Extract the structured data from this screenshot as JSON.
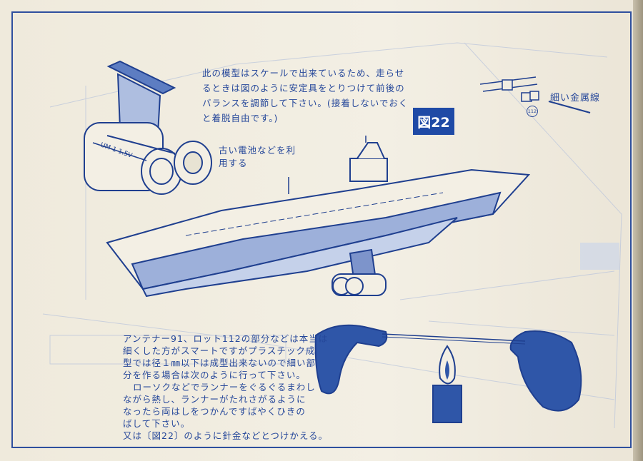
{
  "figure_badge": "図22",
  "top_note": "此の模型はスケールで出来ているため、走らせるときは図のように安定具をとりつけて前後のバランスを調節して下さい。(接着しないでおくと着脱自由です。)",
  "battery_note": "古い電池などを利用する",
  "battery_label": "UM-1 1.5V",
  "wire_note": "細い金属線",
  "part_number": "112",
  "instructions": [
    "アンテナー91、ロット112の部分などは本当は",
    "細くした方がスマートですがプラスチック成",
    "型では径１㎜以下は成型出来ないので細い部",
    "分を作る場合は次のように行って下さい。",
    "ローソクなどでランナーをぐるぐるまわし",
    "ながら熱し、ランナーがたれさがるように",
    "なったら両はしをつかんですばやくひきの",
    "ばして下さい。",
    "又は〔図22〕のように針金などとつけかえる。"
  ]
}
